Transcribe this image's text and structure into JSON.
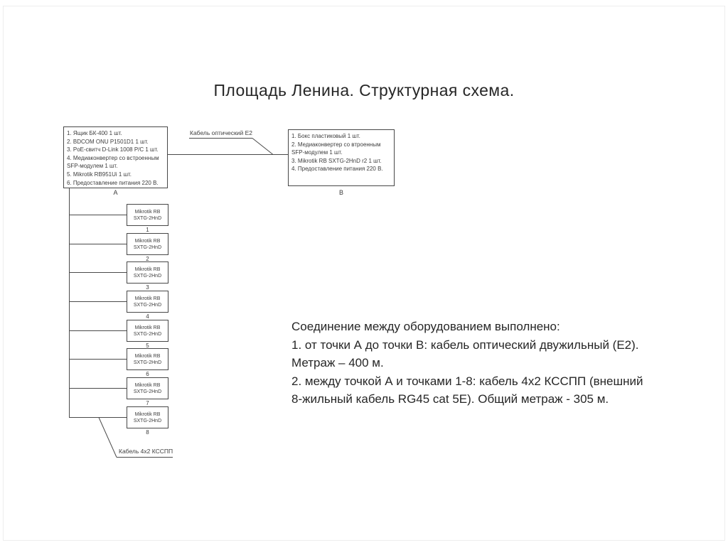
{
  "title": "Площадь Ленина. Структурная схема.",
  "diagram": {
    "point_a": {
      "label": "А",
      "items": [
        "1. Ящик БК-400 1 шт.",
        "2. BDCOM ONU P1501D1 1 шт.",
        "3. PoE-свитч D-Link 1008 P/C 1 шт.",
        "4. Медиаконвертер со встроенным SFP-модулем 1 шт.",
        "5. Mikrotik RB951Ui 1 шт.",
        "6. Предоставление питания 220 В."
      ]
    },
    "point_b": {
      "label": "В",
      "items": [
        "1. Бокс пластиковый 1 шт.",
        "2. Медиаконвертер со втроенным SFP-модулем 1 шт.",
        "3. Mikrotik RB SXTG-2HnD r2 1 шт.",
        "4. Предоставление питания 220 В."
      ]
    },
    "optic_cable_label": "Кабель оптический Е2",
    "kcc_cable_label": "Кабель 4х2 КССПП",
    "ap_box_line1": "Mikrotik RB",
    "ap_box_line2": "SXTG-2HnD",
    "ap_numbers": [
      "1",
      "2",
      "3",
      "4",
      "5",
      "6",
      "7",
      "8"
    ]
  },
  "notes": {
    "lines": [
      "Соединение между оборудованием выполнено:",
      "1. от точки А до точки В: кабель оптический двужильный (Е2).",
      "Метраж – 400 м.",
      "2. между точкой А и точками 1-8: кабель 4х2 КССПП (внешний",
      "8-жильный кабель RG45 cat 5E). Общий метраж - 305 м."
    ]
  },
  "colors": {
    "line": "#4a4a4a",
    "border_faint": "#ededed"
  }
}
